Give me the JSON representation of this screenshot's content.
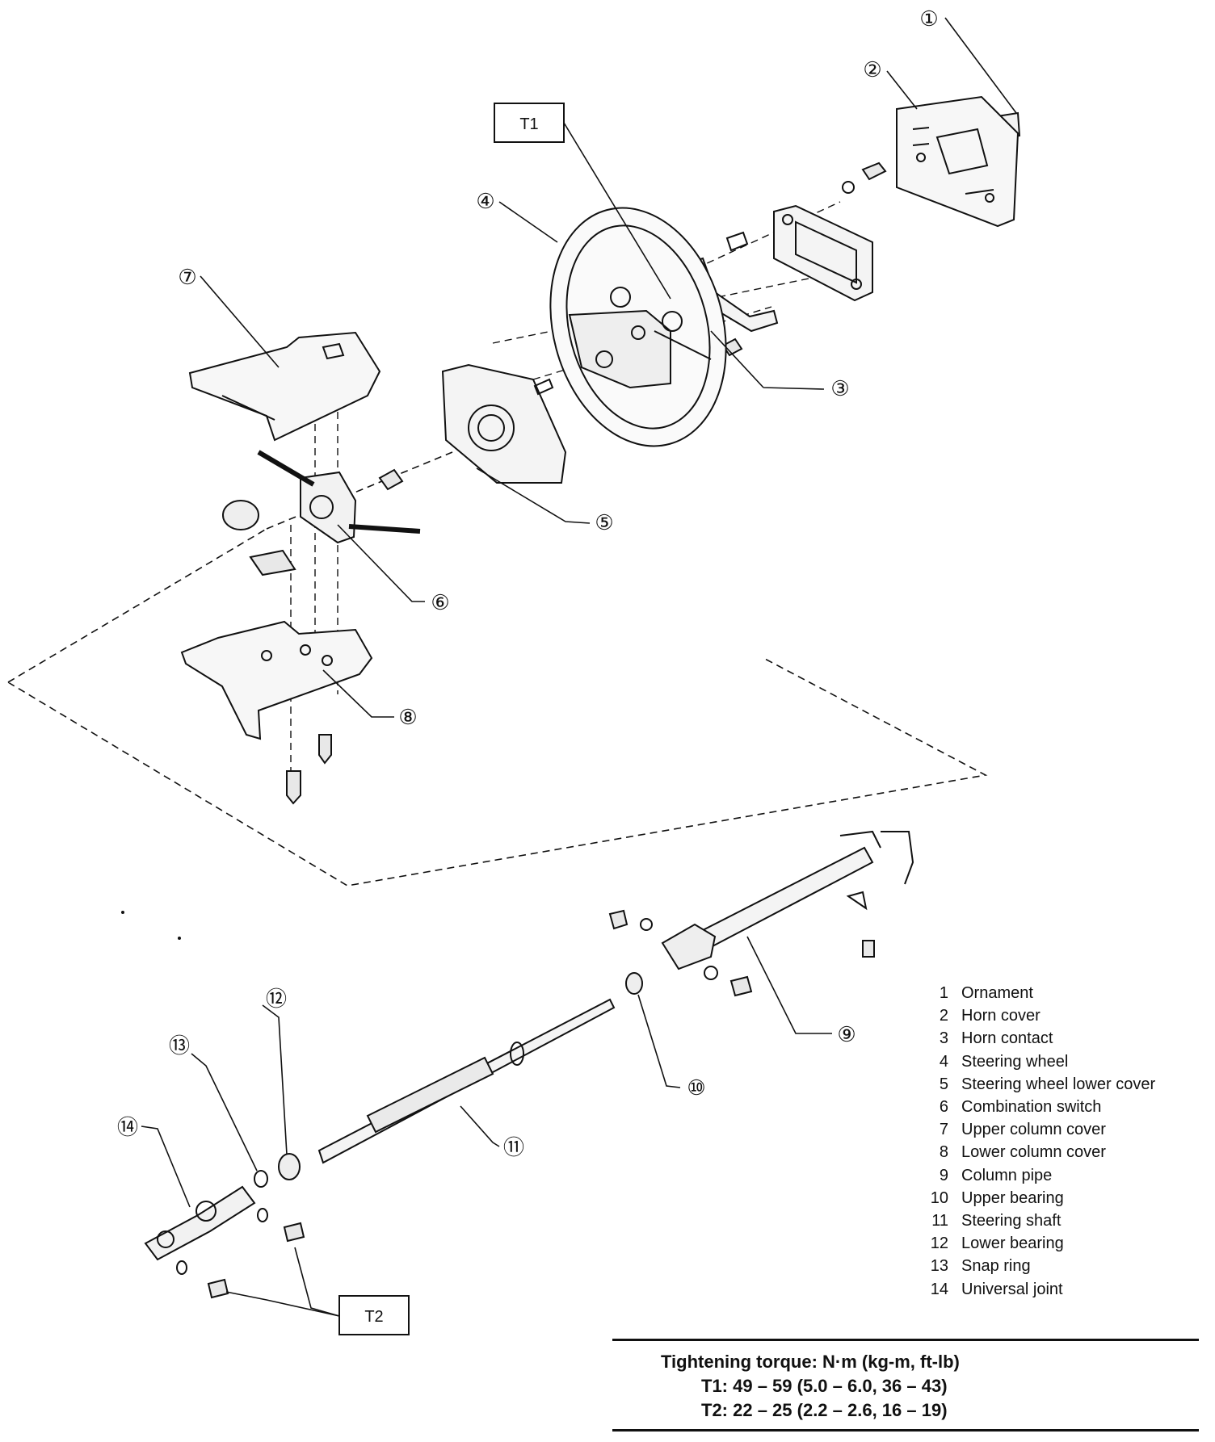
{
  "callouts": {
    "c1": "①",
    "c2": "②",
    "c3": "③",
    "c4": "④",
    "c5": "⑤",
    "c6": "⑥",
    "c7": "⑦",
    "c8": "⑧",
    "c9": "⑨",
    "c10": "⑩",
    "c11": "⑪",
    "c12": "⑫",
    "c13": "⑬",
    "c14": "⑭"
  },
  "torque_tags": {
    "t1": "T1",
    "t2": "T2"
  },
  "legend": [
    {
      "num": "1",
      "label": "Ornament"
    },
    {
      "num": "2",
      "label": "Horn cover"
    },
    {
      "num": "3",
      "label": "Horn contact"
    },
    {
      "num": "4",
      "label": "Steering wheel"
    },
    {
      "num": "5",
      "label": "Steering wheel lower cover"
    },
    {
      "num": "6",
      "label": "Combination switch"
    },
    {
      "num": "7",
      "label": "Upper column cover"
    },
    {
      "num": "8",
      "label": "Lower column cover"
    },
    {
      "num": "9",
      "label": "Column pipe"
    },
    {
      "num": "10",
      "label": "Upper bearing"
    },
    {
      "num": "11",
      "label": "Steering shaft"
    },
    {
      "num": "12",
      "label": "Lower bearing"
    },
    {
      "num": "13",
      "label": "Snap ring"
    },
    {
      "num": "14",
      "label": "Universal joint"
    }
  ],
  "torque_spec": {
    "heading": "Tightening torque:  N·m (kg-m, ft-lb)",
    "t1": "T1:  49 – 59 (5.0 – 6.0, 36 – 43)",
    "t2": "T2:  22 – 25 (2.2 – 2.6, 16 – 19)"
  }
}
